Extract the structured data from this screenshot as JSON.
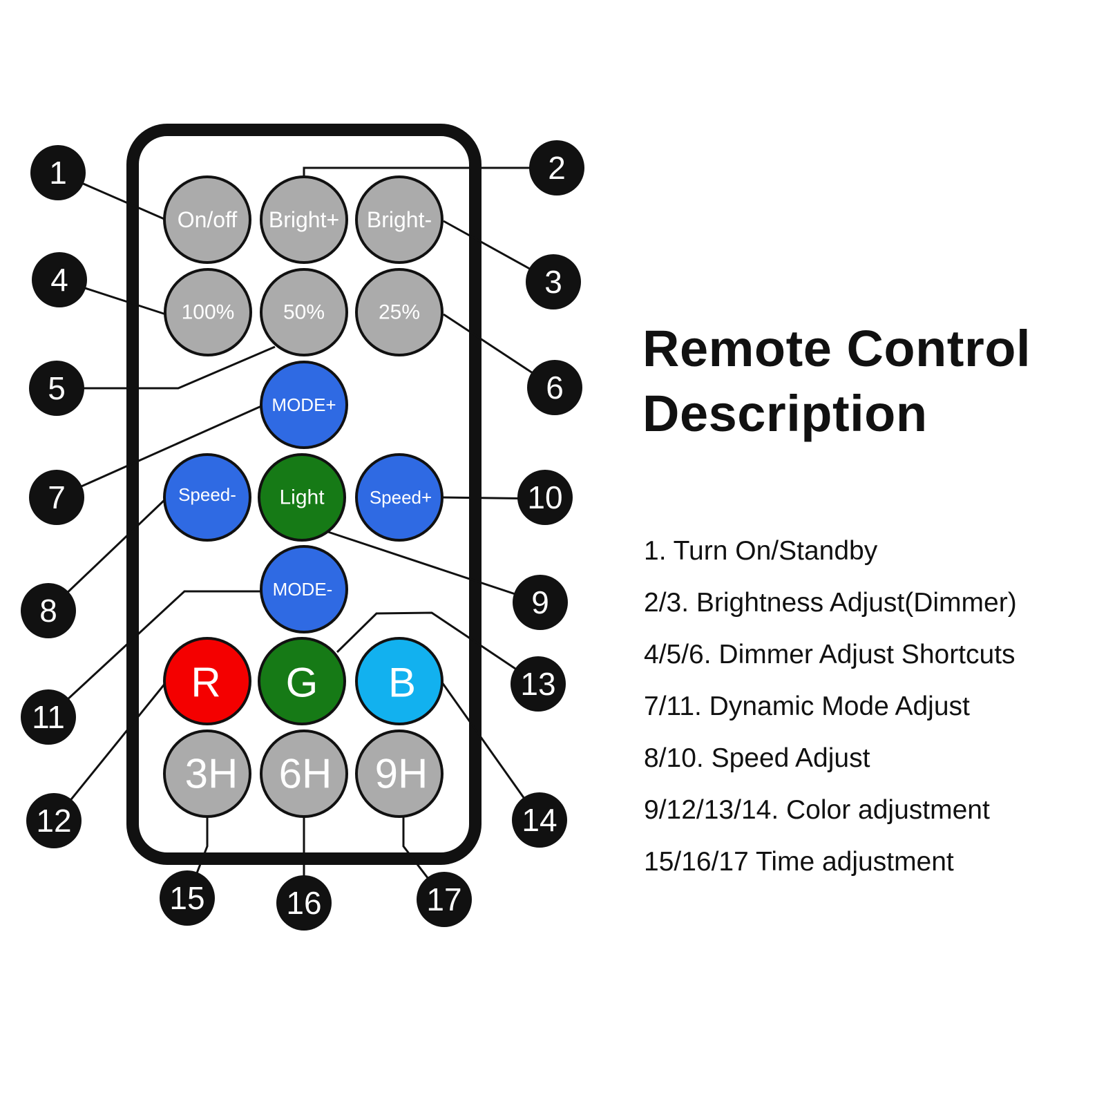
{
  "title": {
    "line1": "Remote Control",
    "line2": "Description"
  },
  "descriptions": [
    "1. Turn On/Standby",
    "2/3. Brightness Adjust(Dimmer)",
    "4/5/6. Dimmer Adjust Shortcuts",
    "7/11. Dynamic Mode Adjust",
    "8/10. Speed Adjust",
    "9/12/13/14. Color adjustment",
    "15/16/17 Time adjustment"
  ],
  "colors": {
    "gray": "#ababab",
    "blue": "#2f6ae3",
    "green": "#167a16",
    "red": "#f40000",
    "cyan": "#12b1ef",
    "black": "#111111"
  },
  "buttons": {
    "on_off": "On/off",
    "bright_plus": "Bright+",
    "bright_minus": "Bright-",
    "pct100": "100%",
    "pct50": "50%",
    "pct25": "25%",
    "mode_plus": "MODE+",
    "speed_minus": "Speed-",
    "light": "Light",
    "speed_plus": "Speed+",
    "mode_minus": "MODE-",
    "r": "R",
    "g": "G",
    "b": "B",
    "h3": "3H",
    "h6": "6H",
    "h9": "9H"
  },
  "callouts": [
    "1",
    "2",
    "3",
    "4",
    "5",
    "6",
    "7",
    "8",
    "9",
    "10",
    "11",
    "12",
    "13",
    "14",
    "15",
    "16",
    "17"
  ]
}
